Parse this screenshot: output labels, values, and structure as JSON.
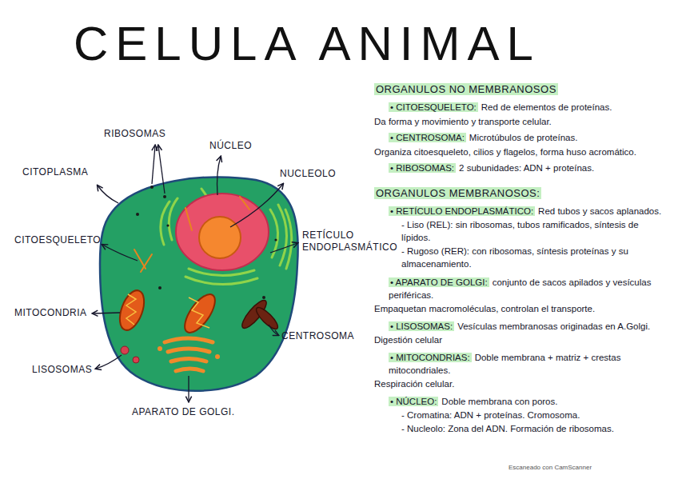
{
  "diagram": {
    "title": "CELULA ANIMAL",
    "labels": [
      "RIBOSOMAS",
      "NÚCLEO",
      "NUCLEOLO",
      "CITOPLASMA",
      "RETÍCULO ENDOPLASMÁTICO",
      "CITOESQUELETO",
      "MITOCONDRIA",
      "CENTROSOMA",
      "LISOSOMAS",
      "APARATO DE GOLGI.",
      "ORGANULOS NO MEMBRANOSOS",
      "• CITOESQUELETO:",
      "Red de elementos de proteínas.",
      "Da forma y movimiento y transporte celular.",
      "• CENTROSOMA:",
      "Microtúbulos de proteínas.",
      "Organiza citoesqueleto, cilios y flagelos, forma huso acromático.",
      "• RIBOSOMAS:",
      "2 subunidades: ADN + proteínas.",
      "ORGANULOS MEMBRANOSOS:",
      "• RETÍCULO ENDOPLASMÁTICO:",
      "Red tubos y sacos aplanados.",
      "- Liso (REL): sin ribosomas, tubos ramificados, síntesis de lípidos.",
      "- Rugoso (RER): con ribosomas, síntesis proteínas y su almacenamiento.",
      "• APARATO DE GOLGI:",
      "conjunto de sacos apilados y vesículas periféricas.",
      "Empaquetan macromoléculas, controlan el transporte.",
      "• LISOSOMAS:",
      "Vesículas membranosas originadas en A.Golgi.",
      "Digestión celular",
      "• MITOCONDRIAS:",
      "Doble membrana + matriz + crestas mitocondriales.",
      "Respiración celular.",
      "• NÚCLEO:",
      "Doble membrana con poros.",
      "- Cromatina: ADN + proteínas. Cromosoma.",
      "- Nucleolo: Zona del ADN. Formación de ribosomas.",
      "Escaneado con CamScanner"
    ]
  }
}
